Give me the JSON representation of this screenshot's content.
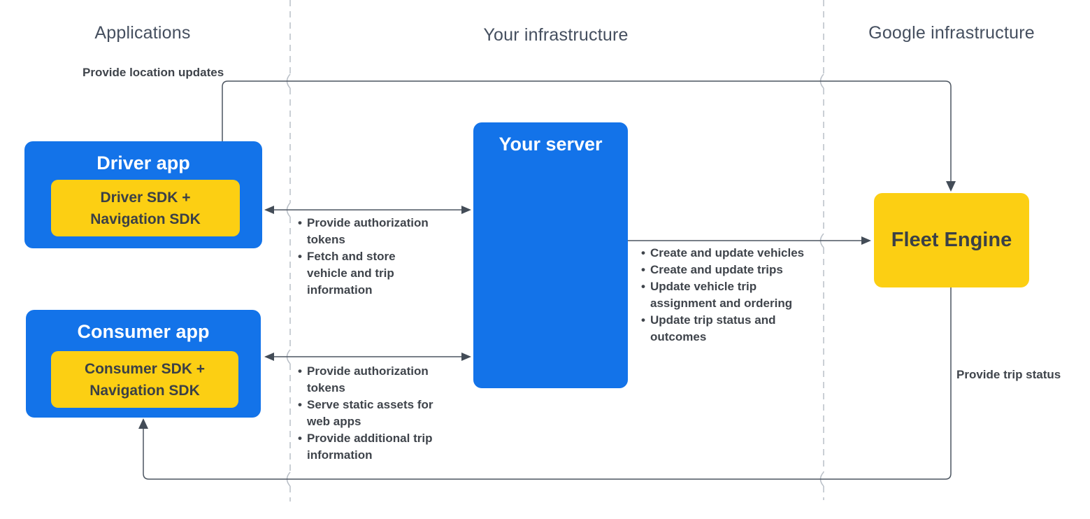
{
  "lanes": {
    "applications": "Applications",
    "your_infrastructure": "Your infrastructure",
    "google_infrastructure": "Google infrastructure"
  },
  "nodes": {
    "driver_app": {
      "title": "Driver app",
      "sdk": "Driver SDK + Navigation SDK"
    },
    "consumer_app": {
      "title": "Consumer app",
      "sdk": "Consumer SDK + Navigation SDK"
    },
    "your_server": {
      "title": "Your server"
    },
    "fleet_engine": {
      "title": "Fleet Engine"
    }
  },
  "edges": {
    "location_updates": {
      "label": "Provide location updates"
    },
    "trip_status": {
      "label": "Provide trip status"
    },
    "driver_server": {
      "items": [
        "Provide authorization tokens",
        "Fetch and store vehicle and trip information"
      ]
    },
    "consumer_server": {
      "items": [
        "Provide authorization tokens",
        "Serve static assets for web apps",
        "Provide additional trip information"
      ]
    },
    "server_fleet": {
      "items": [
        "Create and update vehicles",
        "Create and update trips",
        "Update vehicle trip assignment and ordering",
        "Update trip status and outcomes"
      ]
    }
  },
  "colors": {
    "node_blue": "#1373e9",
    "node_yellow": "#fccf13",
    "connector": "#4c5560",
    "lane_divider": "#b9bfc7",
    "text_dark": "#3f444b",
    "lane_label": "#454f5f",
    "title_on_blue": "#ffffff"
  }
}
